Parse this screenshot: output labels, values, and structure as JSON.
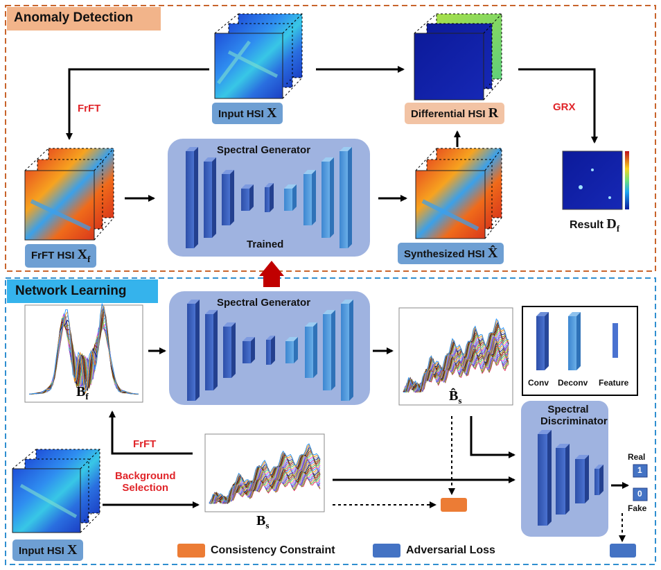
{
  "sections": {
    "anomaly_detection": "Anomaly Detection",
    "network_learning": "Network Learning"
  },
  "labels": {
    "input_hsi": "Input HSI",
    "input_hsi_sym": "X",
    "frft_hsi": "FrFT HSI",
    "frft_hsi_sym": "X",
    "frft_hsi_sub": "f",
    "differential_hsi": "Differential HSI",
    "differential_hsi_sym": "R",
    "synthesized_hsi": "Synthesized HSI",
    "synthesized_hsi_sym": "X̂",
    "result": "Result",
    "result_sym": "D",
    "result_sub": "f",
    "spectral_generator": "Spectral Generator",
    "trained": "Trained",
    "spectral_discriminator_1": "Spectral",
    "spectral_discriminator_2": "Discriminator",
    "bf_sym": "B",
    "bf_sub": "f",
    "bs_sym": "B",
    "bs_sub": "s",
    "bshat_sym": "B̂",
    "bshat_sub": "s",
    "real": "Real",
    "fake": "Fake",
    "one": "1",
    "zero": "0",
    "input_hsi_bottom": "Input HSI",
    "input_hsi_bottom_sym": "X"
  },
  "operations": {
    "frft_top": "FrFT",
    "grx": "GRX",
    "frft_bottom": "FrFT",
    "background_selection_1": "Background",
    "background_selection_2": "Selection"
  },
  "key": {
    "conv": "Conv",
    "deconv": "Deconv",
    "feature": "Feature"
  },
  "legend": {
    "consistency": "Consistency Constraint",
    "adversarial": "Adversarial Loss"
  },
  "colors": {
    "anomaly_border": "#c8642c",
    "anomaly_title_bg": "#f2b48a",
    "network_border": "#2f8fd0",
    "network_title_bg": "#35b3ec",
    "generator_bg": "#9fb3e0",
    "consistency": "#ec7c35",
    "adversarial": "#4473c4",
    "trained_arrow": "#c00000",
    "label_red": "#e0252a"
  }
}
